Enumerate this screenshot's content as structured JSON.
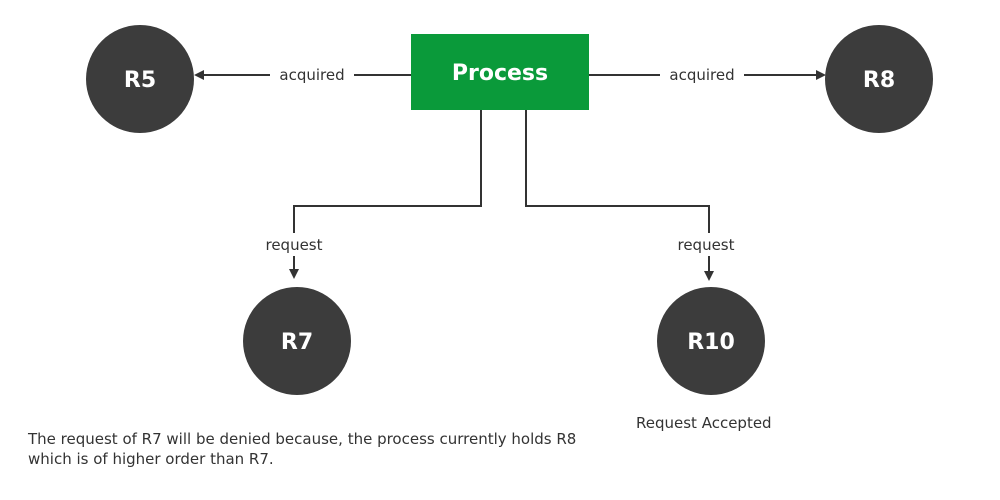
{
  "colors": {
    "process_fill": "#0a9a3a",
    "resource_fill": "#3c3c3c",
    "edge_stroke": "#333333"
  },
  "nodes": {
    "process": "Process",
    "r5": "R5",
    "r8": "R8",
    "r7": "R7",
    "r10": "R10"
  },
  "edges": {
    "process_to_r5": "acquired",
    "process_to_r8": "acquired",
    "process_to_r7": "request",
    "process_to_r10": "request"
  },
  "captions": {
    "r10_status": "Request Accepted",
    "note": "The request of R7 will be denied because, the process currently holds R8 which is of higher order than R7."
  }
}
